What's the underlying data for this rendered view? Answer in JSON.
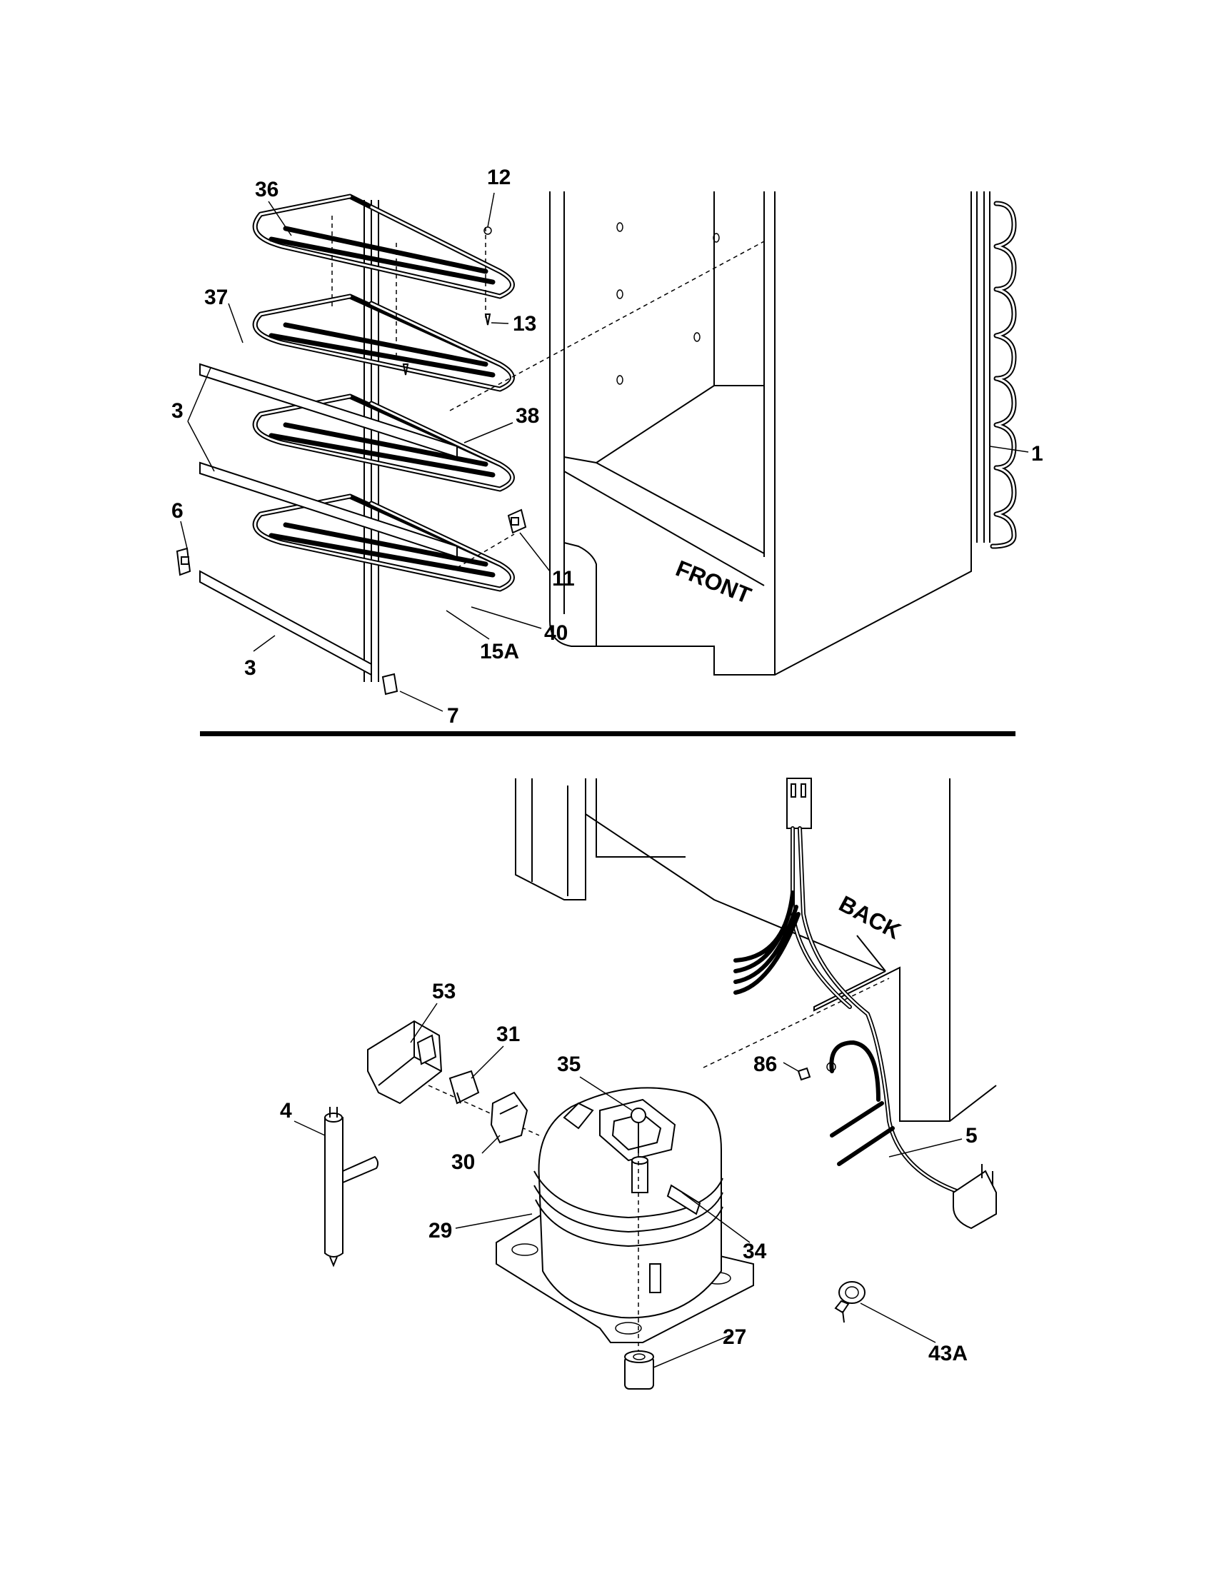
{
  "callouts": {
    "c36": "36",
    "c12": "12",
    "c37": "37",
    "c13": "13",
    "c3a": "3",
    "c38": "38",
    "c3b": "3",
    "c1": "1",
    "c6": "6",
    "c11": "11",
    "c40": "40",
    "c15a": "15A",
    "c3c": "3",
    "c7": "7",
    "c53": "53",
    "c31": "31",
    "c35": "35",
    "c86": "86",
    "c4": "4",
    "c5": "5",
    "c30": "30",
    "c29": "29",
    "c34": "34",
    "c27": "27",
    "c43a": "43A"
  },
  "labels": {
    "front": "FRONT",
    "back": "BACK"
  }
}
